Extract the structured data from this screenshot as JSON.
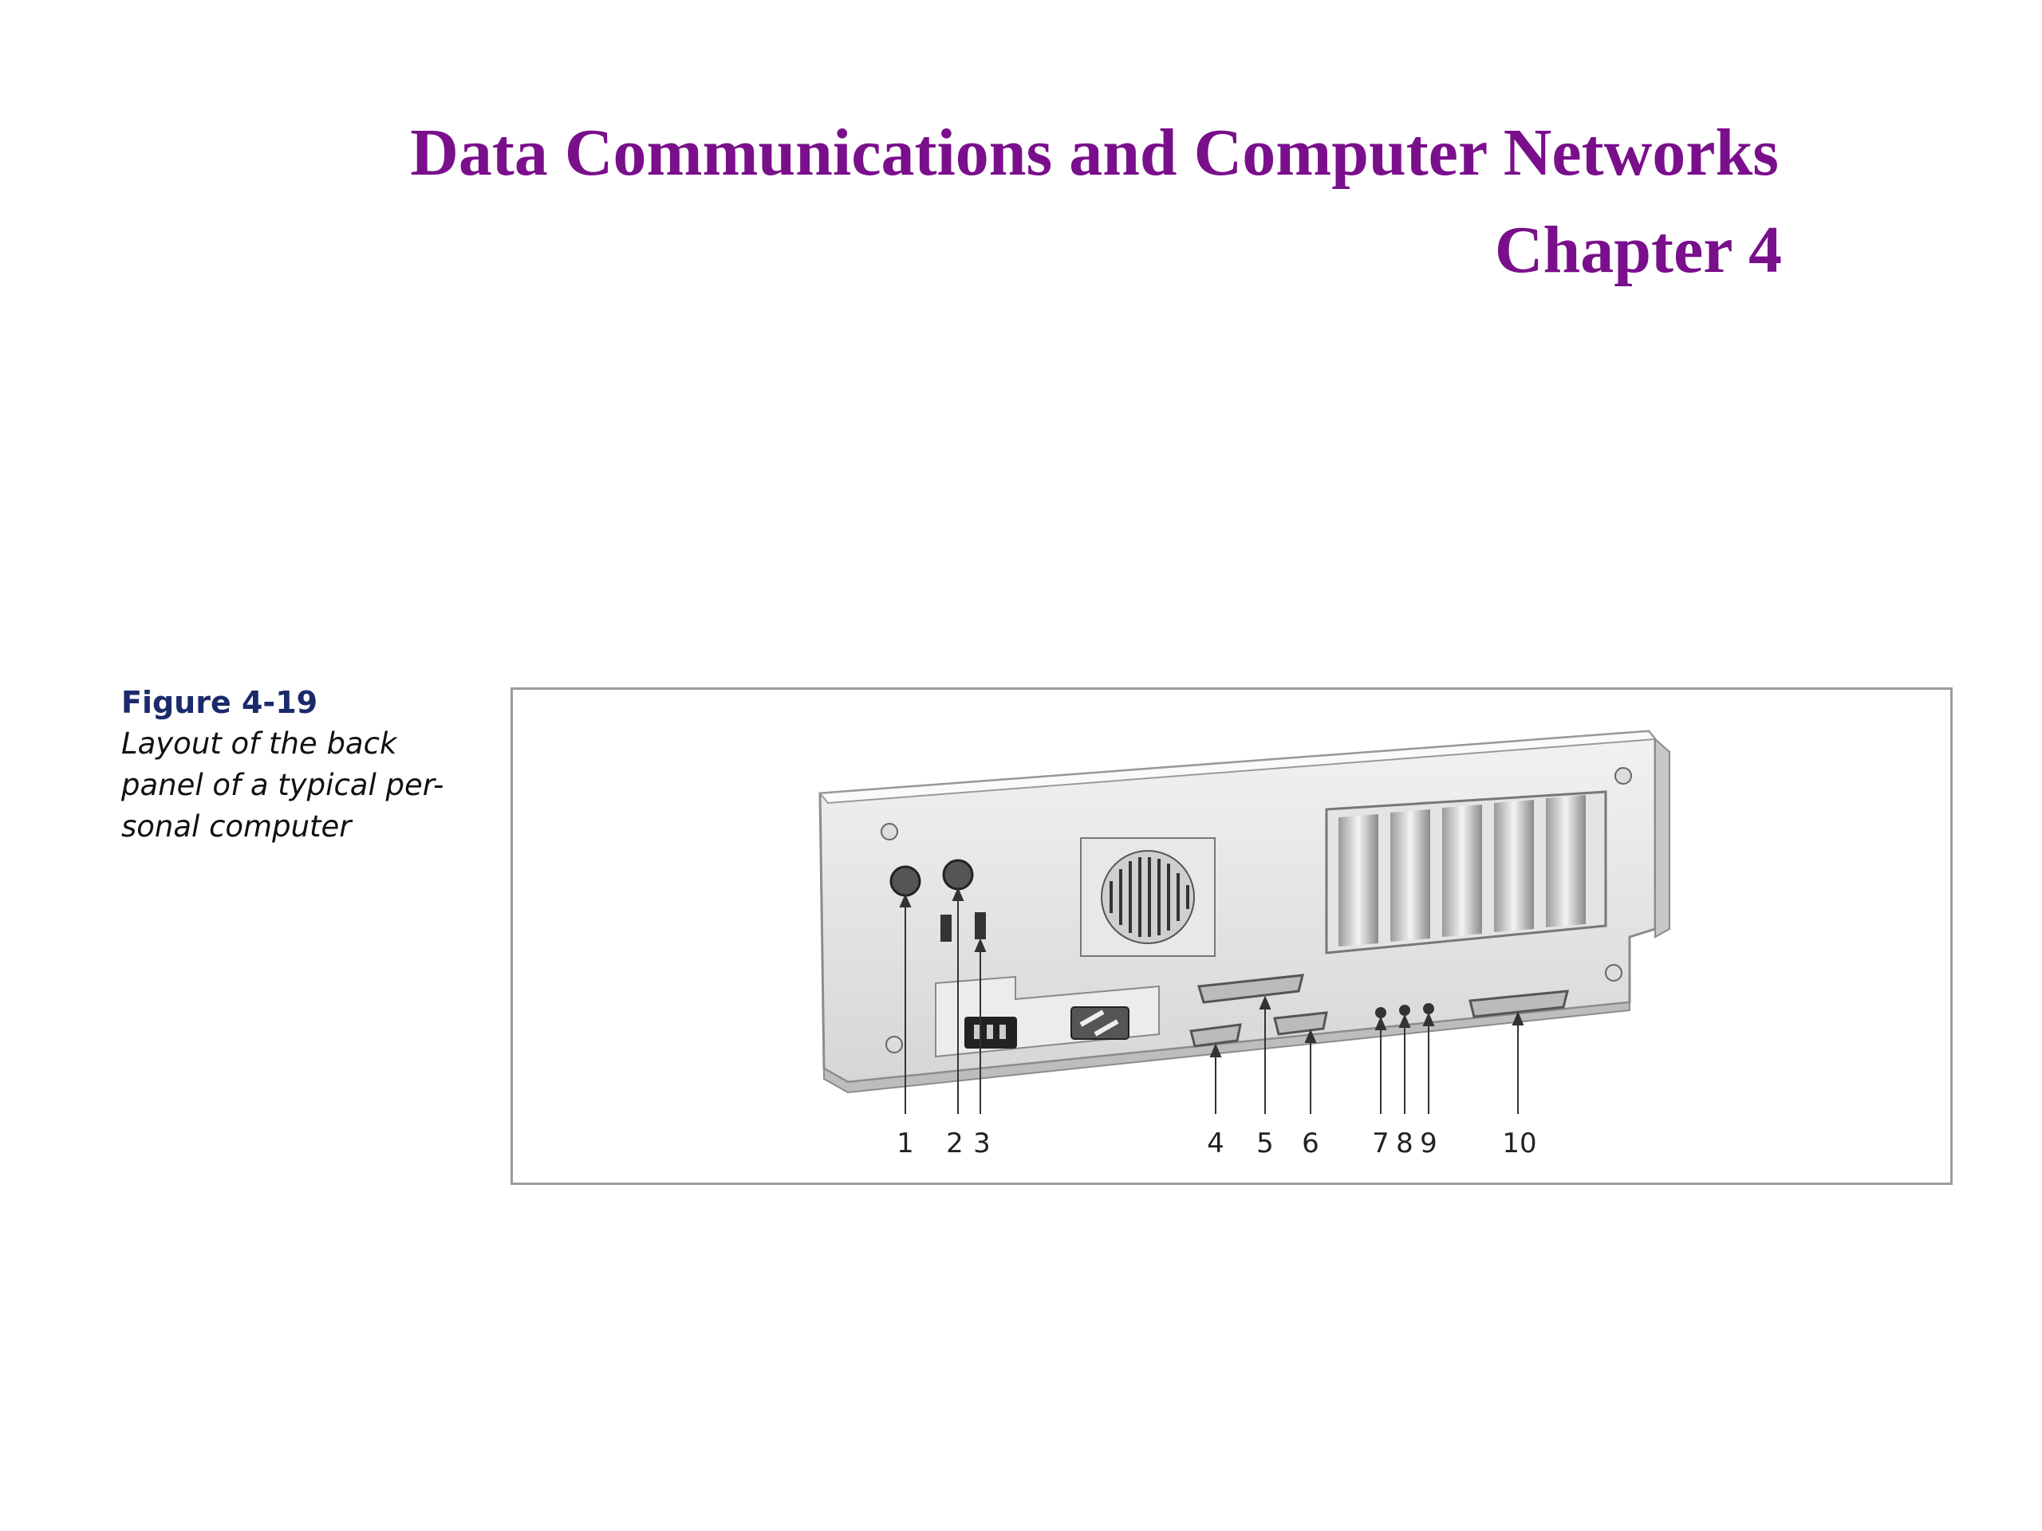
{
  "header": {
    "title": "Data Communications and Computer Networks",
    "chapter": "Chapter 4"
  },
  "figure": {
    "label": "Figure 4-19",
    "caption_lines": [
      "Layout of the back",
      "panel of a typical per-",
      "sonal computer"
    ],
    "callouts": [
      "1",
      "2",
      "3",
      "4",
      "5",
      "6",
      "7",
      "8",
      "9",
      "10"
    ]
  },
  "colors": {
    "title": "#7a0f8c",
    "figure_label": "#1a2a6b",
    "frame_border": "#9c9c9c"
  }
}
